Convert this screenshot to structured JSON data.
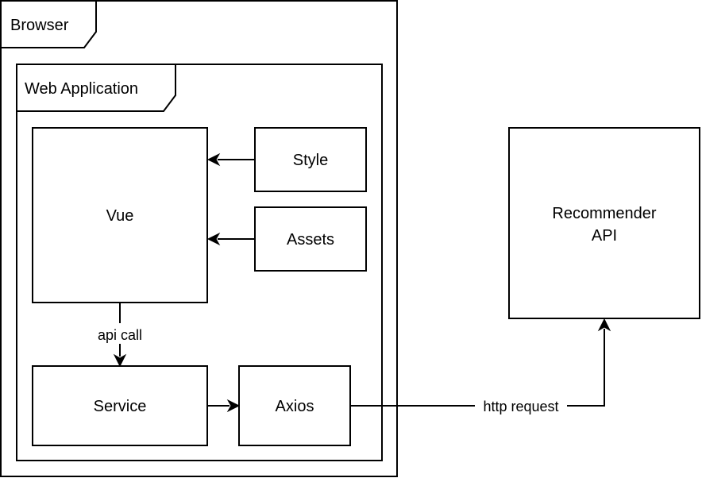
{
  "frames": {
    "browser": "Browser",
    "web_application": "Web Application"
  },
  "nodes": {
    "vue": "Vue",
    "style": "Style",
    "assets": "Assets",
    "service": "Service",
    "axios": "Axios",
    "recommender_line1": "Recommender",
    "recommender_line2": "API"
  },
  "edges": {
    "api_call": "api call",
    "http_request": "http request"
  }
}
